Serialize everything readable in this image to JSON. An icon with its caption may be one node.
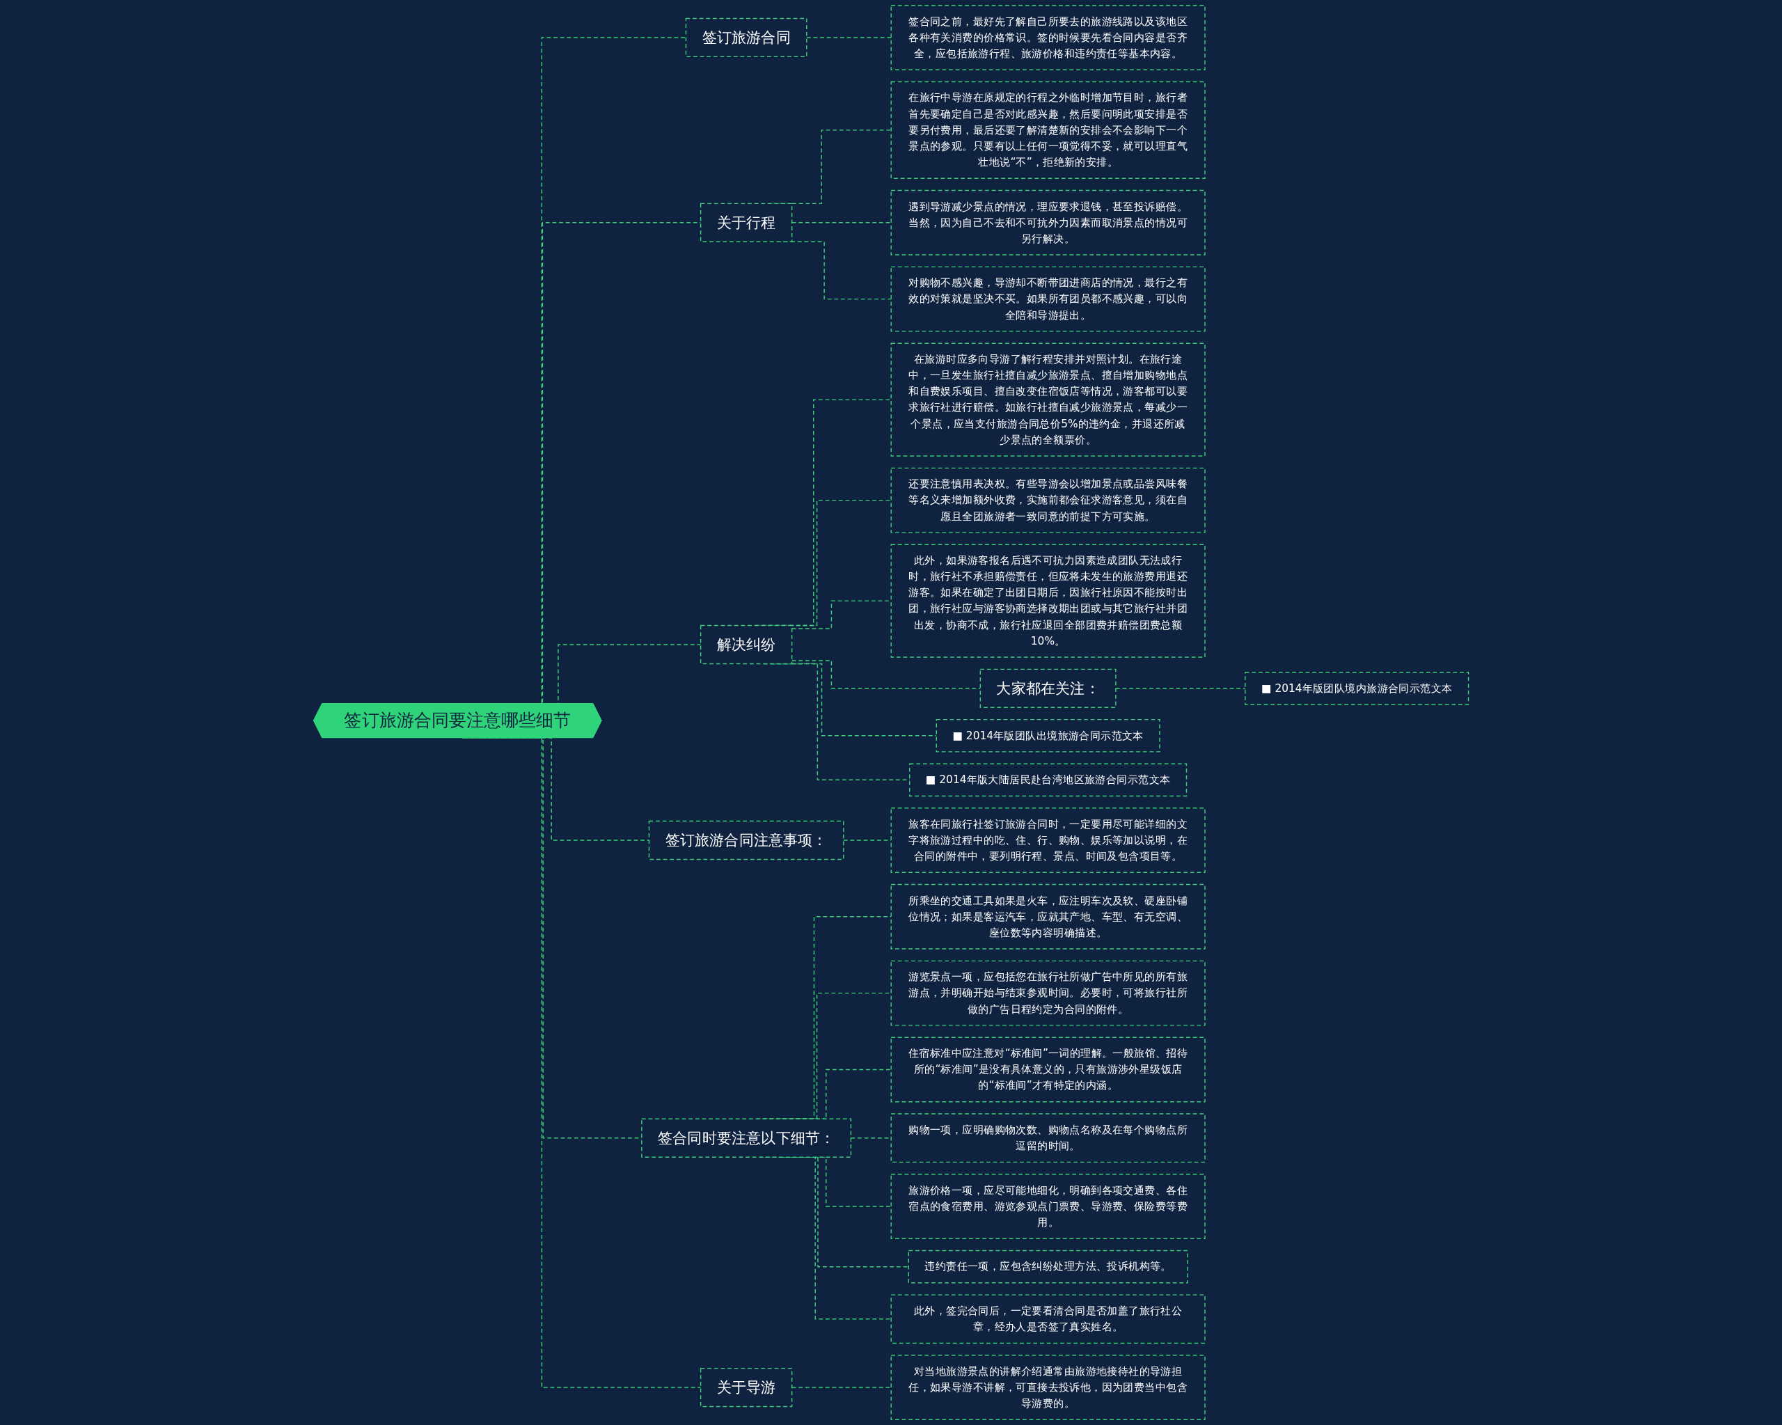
{
  "diagram": {
    "nodes": [
      {
        "text": [
          "签订旅游合同要注意哪些细节"
        ]
      },
      {
        "text": [
          "签订旅游合同"
        ]
      },
      {
        "text": [
          "签合同之前，最好先了解自己所要去的旅游线路以及该地区各种有关消费的价格常识。签的时候要先看合同内容是否齐全，应包括旅游行程、旅游价格和违约责任等基本内容。"
        ]
      },
      {
        "text": [
          "关于行程"
        ]
      },
      {
        "text": [
          "在旅行中导游在原规定的行程之外临时增加节目时，旅行者首先要确定自己是否对此感兴趣，然后要问明此项安排是否要另付费用，最后还要了解清楚新的安排会不会影响下一个景点的参观。只要有以上任何一项觉得不妥，就可以理直气壮地说“不”，拒绝新的安排。"
        ]
      },
      {
        "text": [
          "遇到导游减少景点的情况，理应要求退钱，甚至投诉赔偿。当然，因为自己不去和不可抗外力因素而取消景点的情况可另行解决。"
        ]
      },
      {
        "text": [
          "对购物不感兴趣，导游却不断带团进商店的情况，最行之有效的对策就是坚决不买。如果所有团员都不感兴趣，可以向全陪和导游提出。"
        ]
      },
      {
        "text": [
          "解决纠纷"
        ]
      },
      {
        "text": [
          "在旅游时应多向导游了解行程安排并对照计划。在旅行途中，一旦发生旅行社擅自减少旅游景点、擅自增加购物地点和自费娱乐项目、擅自改变住宿饭店等情况，游客都可以要求旅行社进行赔偿。如旅行社擅自减少旅游景点，每减少一个景点，应当支付旅游合同总价5%的违约金，并退还所减少景点的全额票价。"
        ]
      },
      {
        "text": [
          "还要注意慎用表决权。有些导游会以增加景点或品尝风味餐等名义来增加额外收费，实施前都会征求游客意见，须在自愿且全团旅游者一致同意的前提下方可实施。"
        ]
      },
      {
        "text": [
          "此外，如果游客报名后遇不可抗力因素造成团队无法成行时，旅行社不承担赔偿责任，但应将未发生的旅游费用退还游客。如果在确定了出团日期后，因旅行社原因不能按时出团，旅行社应与游客协商选择改期出团或与其它旅行社并团出发，协商不成，旅行社应退回全部团费并赔偿团费总额10%。"
        ]
      },
      {
        "text": [
          "大家都在关注："
        ]
      },
      {
        "text": [
          "■ 2014年版团队境内旅游合同示范文本"
        ]
      },
      {
        "text": [
          "■ 2014年版团队出境旅游合同示范文本"
        ]
      },
      {
        "text": [
          "■ 2014年版大陆居民赴台湾地区旅游合同示范文本"
        ]
      },
      {
        "text": [
          "签订旅游合同注意事项："
        ]
      },
      {
        "text": [
          "旅客在同旅行社签订旅游合同时，一定要用尽可能详细的文字将旅游过程中的吃、住、行、购物、娱乐等加以说明，在合同的附件中，要列明行程、景点、时间及包含项目等。"
        ]
      },
      {
        "text": [
          "签合同时要注意以下细节："
        ]
      },
      {
        "text": [
          "所乘坐的交通工具如果是火车，应注明车次及软、硬座卧铺位情况；如果是客运汽车，应就其产地、车型、有无空调、座位数等内容明确描述。"
        ]
      },
      {
        "text": [
          "游览景点一项，应包括您在旅行社所做广告中所见的所有旅游点，并明确开始与结束参观时间。必要时，可将旅行社所做的广告日程约定为合同的附件。"
        ]
      },
      {
        "text": [
          "住宿标准中应注意对“标准间”一词的理解。一般旅馆、招待所的“标准间”是没有具体意义的，只有旅游涉外星级饭店的“标准间”才有特定的内涵。"
        ]
      },
      {
        "text": [
          "购物一项，应明确购物次数、购物点名称及在每个购物点所逗留的时间。"
        ]
      },
      {
        "text": [
          "旅游价格一项，应尽可能地细化，明确到各项交通费、各住宿点的食宿费用、游览参观点门票费、导游费、保险费等费用。"
        ]
      },
      {
        "text": [
          "违约责任一项，应包含纠纷处理方法、投诉机构等。"
        ]
      },
      {
        "text": [
          "此外，签完合同后，一定要看清合同是否加盖了旅行社公章，经办人是否签了真实姓名。"
        ]
      },
      {
        "text": [
          "关于导游"
        ]
      },
      {
        "text": [
          "对当地旅游景点的讲解介绍通常由旅游地接待社的导游担任，如果导游不讲解，可直接去投诉他，因为团费当中包含导游费的。"
        ]
      }
    ],
    "edges": [
      {
        "from": 0,
        "to": 1,
        "arrow": "none"
      },
      {
        "from": 1,
        "to": 2,
        "arrow": "none"
      },
      {
        "from": 0,
        "to": 3,
        "arrow": "none"
      },
      {
        "from": 3,
        "to": 4,
        "arrow": "none"
      },
      {
        "from": 3,
        "to": 5,
        "arrow": "none"
      },
      {
        "from": 3,
        "to": 6,
        "arrow": "none"
      },
      {
        "from": 0,
        "to": 7,
        "arrow": "none"
      },
      {
        "from": 7,
        "to": 8,
        "arrow": "none"
      },
      {
        "from": 7,
        "to": 9,
        "arrow": "none"
      },
      {
        "from": 7,
        "to": 10,
        "arrow": "none"
      },
      {
        "from": 7,
        "to": 11,
        "arrow": "none"
      },
      {
        "from": 11,
        "to": 12,
        "arrow": "none"
      },
      {
        "from": 7,
        "to": 13,
        "arrow": "none"
      },
      {
        "from": 7,
        "to": 14,
        "arrow": "none"
      },
      {
        "from": 0,
        "to": 15,
        "arrow": "none"
      },
      {
        "from": 15,
        "to": 16,
        "arrow": "none"
      },
      {
        "from": 0,
        "to": 17,
        "arrow": "none"
      },
      {
        "from": 17,
        "to": 18,
        "arrow": "none"
      },
      {
        "from": 17,
        "to": 19,
        "arrow": "none"
      },
      {
        "from": 17,
        "to": 20,
        "arrow": "none"
      },
      {
        "from": 17,
        "to": 21,
        "arrow": "none"
      },
      {
        "from": 17,
        "to": 22,
        "arrow": "none"
      },
      {
        "from": 17,
        "to": 23,
        "arrow": "none"
      },
      {
        "from": 17,
        "to": 24,
        "arrow": "none"
      },
      {
        "from": 0,
        "to": 25,
        "arrow": "none"
      },
      {
        "from": 25,
        "to": 26,
        "arrow": "none"
      }
    ]
  }
}
